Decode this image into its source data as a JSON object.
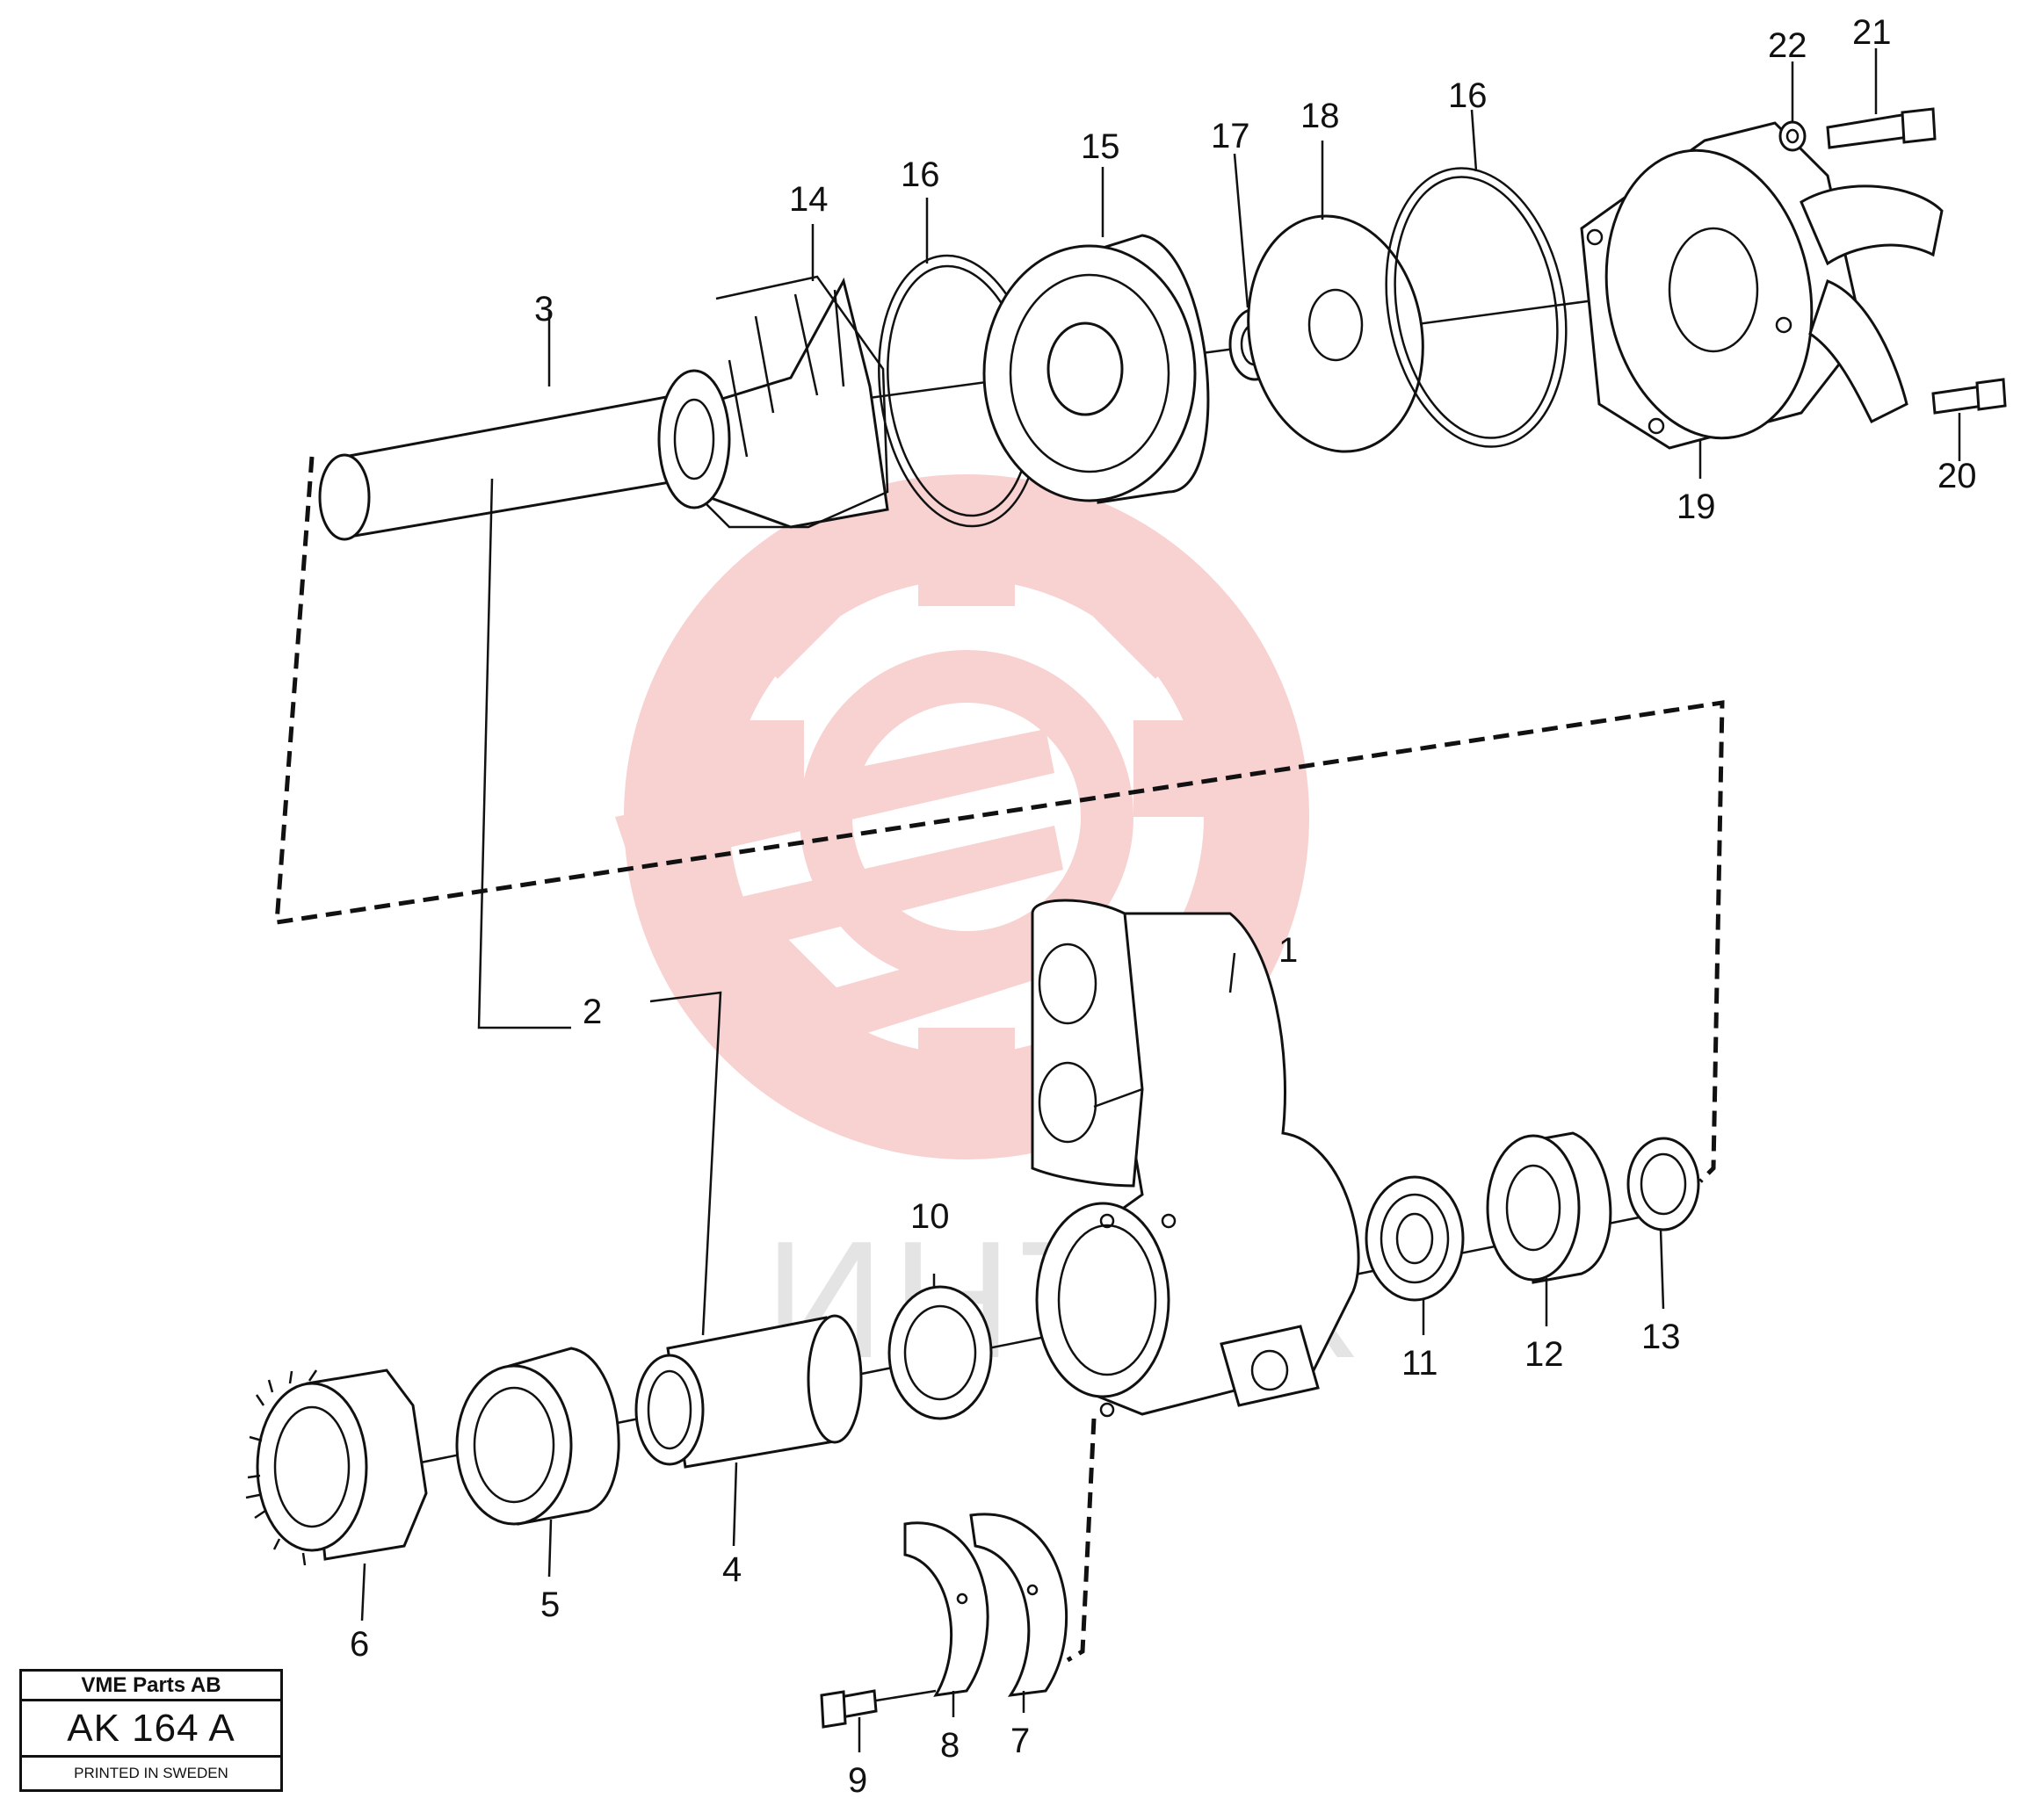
{
  "diagram": {
    "callouts": [
      "1",
      "2",
      "3",
      "4",
      "5",
      "6",
      "7",
      "8",
      "9",
      "10",
      "11",
      "12",
      "13",
      "14",
      "15",
      "16",
      "16",
      "17",
      "18",
      "19",
      "20",
      "21",
      "22"
    ],
    "watermark": {
      "text": "ИНТЕХ",
      "color": "#f7c9c9"
    }
  },
  "title_block": {
    "company": "VME Parts AB",
    "drawing_number": "AK 164 A",
    "footer": "PRINTED IN SWEDEN"
  },
  "colors": {
    "ink": "#111111",
    "paper": "#ffffff",
    "watermark": "#f7c9c9"
  }
}
